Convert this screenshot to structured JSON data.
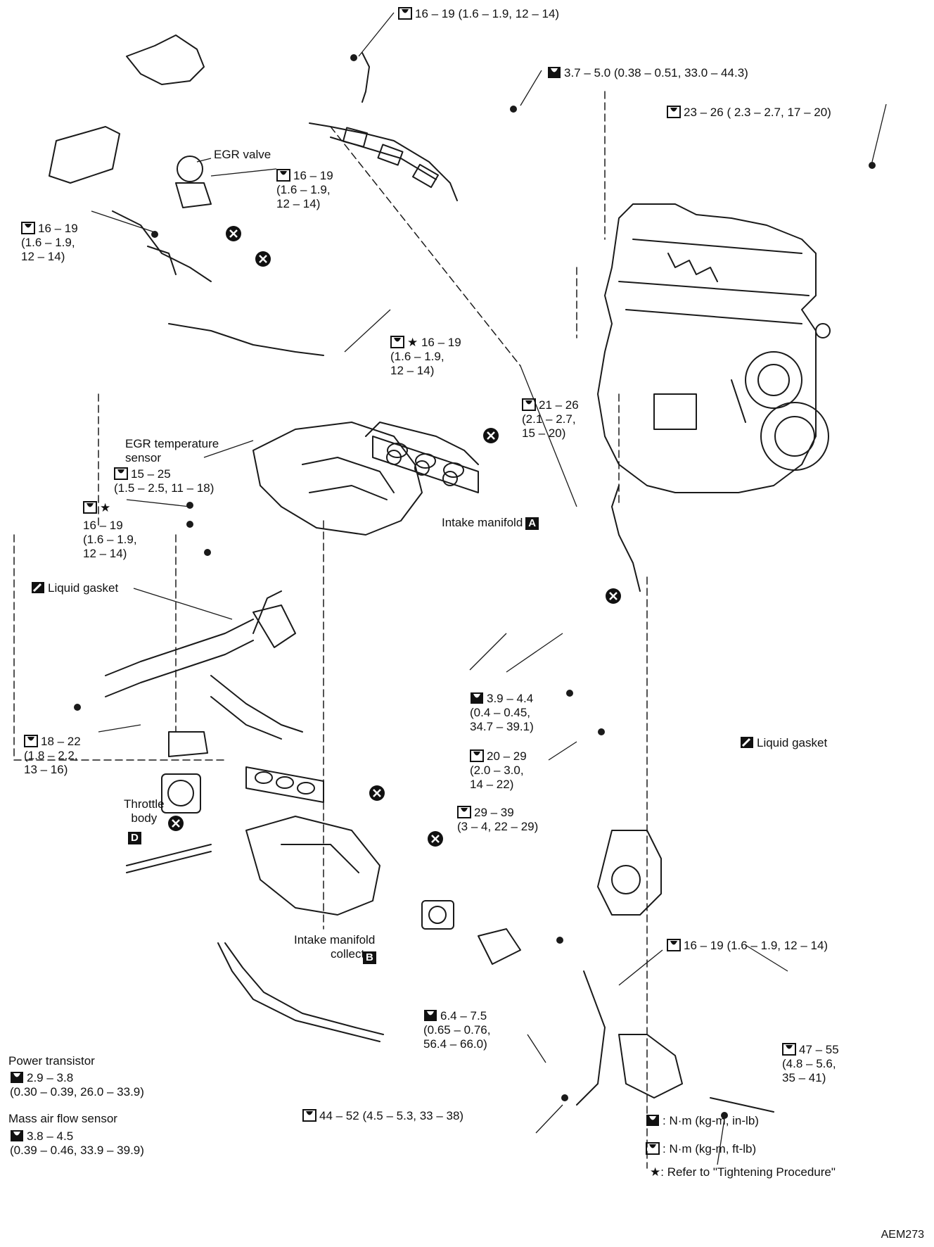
{
  "labels": {
    "t_top": "16 – 19 (1.6 – 1.9, 12 – 14)",
    "t_3_7": "3.7 – 5.0 (0.38 – 0.51, 33.0 – 44.3)",
    "t_23_26": "23 – 26 ( 2.3 – 2.7, 17 – 20)",
    "egr_valve": "EGR valve",
    "t_egr": "16 – 19\n(1.6 – 1.9,\n12 – 14)",
    "t_left1": "16 – 19\n(1.6 – 1.9,\n12 – 14)",
    "t_star1": "★ 16 – 19\n(1.6 – 1.9,\n12 – 14)",
    "t_21_26": "21 – 26\n(2.1 – 2.7,\n15 – 20)",
    "egr_temp_sensor": "EGR temperature\nsensor",
    "t_15_25": "15 – 25\n(1.5 – 2.5, 11 – 18)",
    "t_star2_mark": "★",
    "t_star2": "16 – 19\n(1.6 – 1.9,\n12 – 14)",
    "intake_manifold": "Intake manifold",
    "intake_manifold_ref": "A",
    "liquid_gasket_1": "Liquid gasket",
    "liquid_gasket_2": "Liquid gasket",
    "t_3_9": "3.9 – 4.4\n(0.4 – 0.45,\n34.7 – 39.1)",
    "t_18_22": "18 – 22\n(1.8 – 2.2,\n13 – 16)",
    "t_20_29": "20 – 29\n(2.0 – 3.0,\n14 – 22)",
    "throttle_body": "Throttle\nbody",
    "throttle_body_ref": "D",
    "t_29_39": "29 – 39\n(3 – 4, 22 – 29)",
    "intake_collector": "Intake manifold\ncollector",
    "intake_collector_ref": "B",
    "t_16_19_b": "16 – 19 (1.6 – 1.9, 12 – 14)",
    "t_6_4": "6.4 – 7.5\n(0.65 – 0.76,\n56.4 – 66.0)",
    "t_47_55": "47 – 55\n(4.8 – 5.6,\n35 – 41)",
    "power_transistor": "Power transistor",
    "t_2_9": "2.9 – 3.8\n(0.30 – 0.39, 26.0 – 33.9)",
    "maf_sensor": "Mass air flow sensor",
    "t_3_8": "3.8 – 4.5\n(0.39 – 0.46, 33.9 – 39.9)",
    "t_44_52": "44 – 52 (4.5 – 5.3, 33 – 38)"
  },
  "legend": {
    "nm_in_lb": ": N·m (kg-m, in-lb)",
    "nm_ft_lb": ": N·m (kg-m, ft-lb)",
    "star_note": ": Refer to \"Tightening Procedure\"",
    "star_mark": "★"
  },
  "figure_ref": "AEM273"
}
